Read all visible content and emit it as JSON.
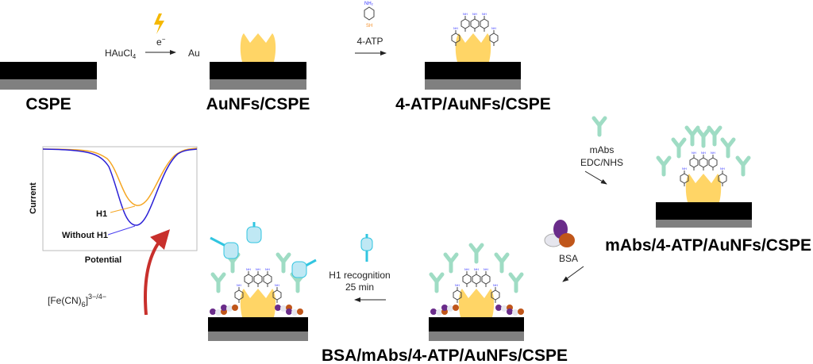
{
  "steps": {
    "cspe": "CSPE",
    "aunfs": "AuNFs/CSPE",
    "atp": "4-ATP/AuNFs/CSPE",
    "mabs": "mAbs/4-ATP/AuNFs/CSPE",
    "bsa": "BSA/mAbs/4-ATP/AuNFs/CSPE"
  },
  "reactions": {
    "precursor": "HAuCl",
    "precursor_sub": "4",
    "electron": "e",
    "electron_sup": "−",
    "product": "Au",
    "atp_reagent": "4-ATP",
    "nh2": "NH₂",
    "sh": "SH",
    "mabs_line1": "mAbs",
    "mabs_line2": "EDC/NHS",
    "bsa": "BSA",
    "h1_line1": "H1 recognition",
    "h1_line2": "25 min",
    "probe_main": "[Fe(CN)",
    "probe_sub": "6",
    "probe_close": "]",
    "probe_sup": "3−/4−"
  },
  "chart_data": {
    "type": "line",
    "xlabel": "Potential",
    "ylabel": "Current",
    "series": [
      {
        "name": "H1",
        "color": "#f5a623"
      },
      {
        "name": "Without H1",
        "color": "#2a1fd6"
      }
    ],
    "annotations": [
      "H1",
      "Without H1"
    ]
  },
  "colors": {
    "gold": "#ffd566",
    "electrode": "#000000",
    "base": "#808080",
    "antibody": "#9fdcc4",
    "h1": "#31c5e0",
    "arrow_red": "#c8302c"
  }
}
